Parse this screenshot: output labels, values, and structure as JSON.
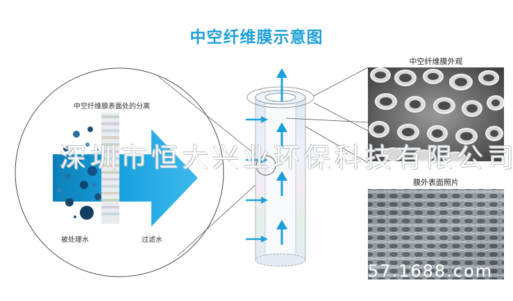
{
  "title": "中空纤维膜示意图",
  "zoom_circle": {
    "caption": "中空纤维膜表面处的分离",
    "left_label": "被处理水",
    "right_label": "过滤水"
  },
  "photos": {
    "top_caption": "中空纤维膜外观",
    "bottom_caption": "膜外表面照片"
  },
  "watermark": {
    "main": "深圳市恒大兴业环保科技有限公司",
    "corner": "57.1688.com"
  },
  "colors": {
    "title": "#1e9fd9",
    "arrow": "#1a9fdc",
    "tube_tint": "#e3eef7",
    "particle": "#1b4f7a"
  }
}
